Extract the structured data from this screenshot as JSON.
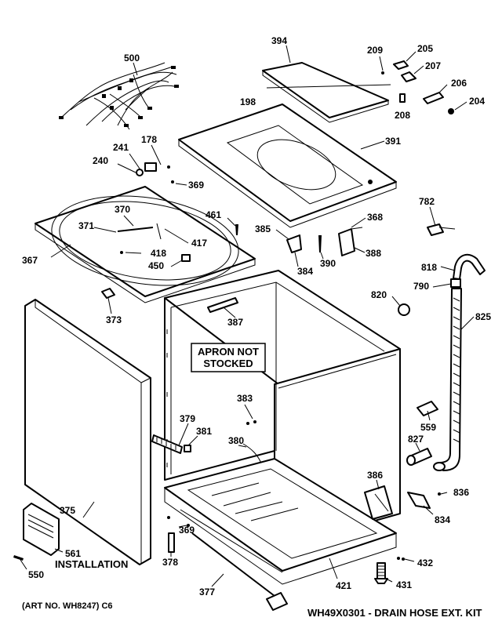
{
  "labels": {
    "p500": "500",
    "p394": "394",
    "p209": "209",
    "p205": "205",
    "p207": "207",
    "p206": "206",
    "p204": "204",
    "p198": "198",
    "p208": "208",
    "p391": "391",
    "p178": "178",
    "p241": "241",
    "p240": "240",
    "p369a": "369",
    "p370": "370",
    "p461": "461",
    "p368": "368",
    "p782": "782",
    "p371": "371",
    "p417": "417",
    "p385": "385",
    "p418": "418",
    "p367": "367",
    "p390": "390",
    "p388": "388",
    "p450": "450",
    "p384": "384",
    "p818": "818",
    "p790": "790",
    "p820": "820",
    "p373": "373",
    "p387": "387",
    "p825": "825",
    "p383": "383",
    "p379": "379",
    "p381": "381",
    "p380": "380",
    "p559": "559",
    "p827": "827",
    "p386": "386",
    "p836": "836",
    "p834": "834",
    "p375": "375",
    "p369b": "369",
    "p561": "561",
    "p378": "378",
    "p432": "432",
    "p550": "550",
    "p421": "421",
    "p431": "431",
    "p377": "377"
  },
  "notes": {
    "apron_line1": "APRON NOT",
    "apron_line2": "STOCKED",
    "installation": "INSTALLATION"
  },
  "footer": {
    "art_no": "(ART NO. WH8247) C6",
    "kit": "WH49X0301 - DRAIN HOSE EXT. KIT"
  }
}
